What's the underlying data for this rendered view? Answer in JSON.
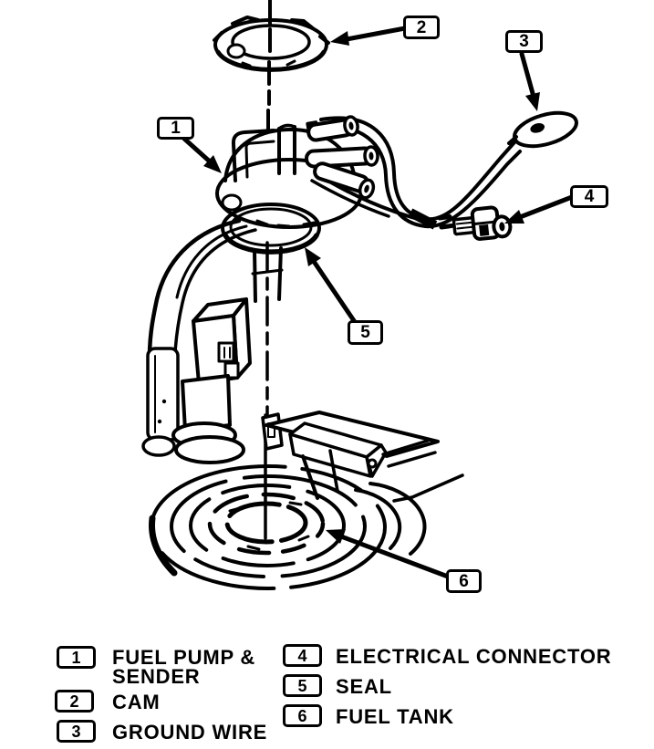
{
  "figure": {
    "background": "#ffffff",
    "line_color": "#000000"
  },
  "callouts": [
    {
      "label": "1",
      "part": "FUEL PUMP & SENDER"
    },
    {
      "label": "2",
      "part": "CAM"
    },
    {
      "label": "3",
      "part": "GROUND WIRE"
    },
    {
      "label": "4",
      "part": "ELECTRICAL CONNECTOR"
    },
    {
      "label": "5",
      "part": "SEAL"
    },
    {
      "label": "6",
      "part": "FUEL TANK"
    }
  ],
  "legend": {
    "items": [
      {
        "num": "1",
        "label": "FUEL PUMP &\nSENDER"
      },
      {
        "num": "2",
        "label": "CAM"
      },
      {
        "num": "3",
        "label": "GROUND WIRE"
      },
      {
        "num": "4",
        "label": "ELECTRICAL CONNECTOR"
      },
      {
        "num": "5",
        "label": "SEAL"
      },
      {
        "num": "6",
        "label": "FUEL TANK"
      }
    ]
  }
}
